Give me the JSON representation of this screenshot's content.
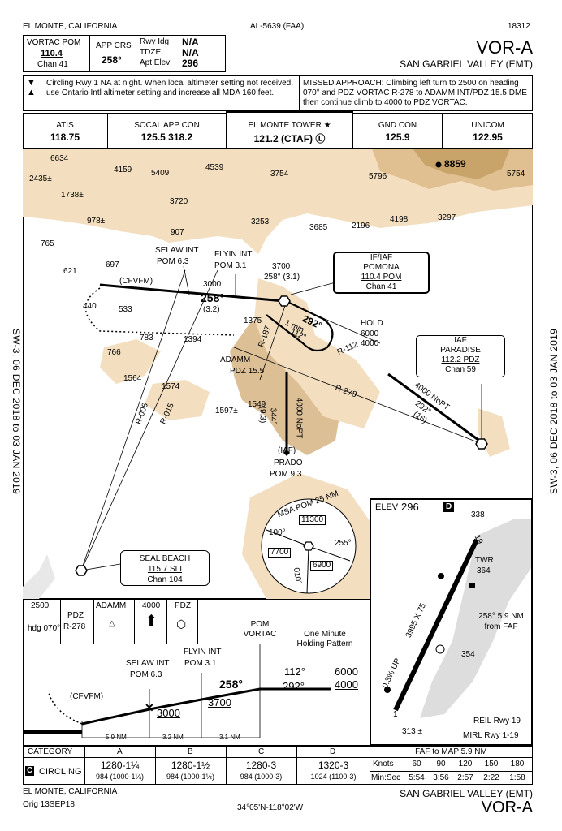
{
  "header": {
    "city": "EL MONTE, CALIFORNIA",
    "procedure_id": "AL-5639 (FAA)",
    "chart_number": "18312",
    "title": "VOR-A",
    "airport": "SAN GABRIEL VALLEY (EMT)"
  },
  "briefing": {
    "vortac_label": "VORTAC POM",
    "vortac_freq": "110.4",
    "vortac_chan": "Chan 41",
    "app_crs_label": "APP CRS",
    "app_crs_value": "258°",
    "rwy_ldg_label": "Rwy Idg",
    "rwy_ldg_value": "N/A",
    "tdze_label": "TDZE",
    "tdze_value": "N/A",
    "apt_elev_label": "Apt Elev",
    "apt_elev_value": "296",
    "notes": "Circling Rwy 1 NA at night. When local altimeter setting not received, use Ontario Intl altimeter setting and increase all MDA 160 feet.",
    "missed_approach": "MISSED APPROACH: Climbing left turn to 2500 on heading 070° and PDZ VORTAC R-278 to ADAMM INT/PDZ 15.5 DME then continue climb to 4000 to PDZ VORTAC."
  },
  "comms": [
    {
      "label": "ATIS",
      "value": "118.75"
    },
    {
      "label": "SOCAL APP CON",
      "value": "125.5  318.2"
    },
    {
      "label": "EL MONTE TOWER ★",
      "value": "121.2  (CTAF) Ⓛ"
    },
    {
      "label": "GND CON",
      "value": "125.9"
    },
    {
      "label": "UNICOM",
      "value": "122.95"
    }
  ],
  "planview": {
    "elevations": [
      "6634",
      "4159",
      "5409",
      "4539",
      "3754",
      "5796",
      "8859",
      "5754",
      "2435±",
      "1738±",
      "3720",
      "978±",
      "907",
      "3253",
      "3685",
      "2196",
      "4198",
      "3297",
      "765",
      "621",
      "697",
      "533",
      "440",
      "783",
      "766",
      "1564",
      "1574",
      "1597±",
      "1394",
      "1375",
      "1549"
    ],
    "cfvfm": "(CFVFM)",
    "selaw_int": "SELAW INT",
    "selaw_pom": "POM 6.3",
    "flyin_int": "FLYIN INT",
    "flyin_pom": "POM 3.1",
    "alt_3000": "3000",
    "alt_3700": "3700",
    "course_258": "258°",
    "dist_32": "(3.2)",
    "dist_258_31": "258° (3.1)",
    "fix_iaf_title": "IF/IAF",
    "pomona_name": "POMONA",
    "pomona_freq": "110.4 POM",
    "pomona_chan": "Chan 41",
    "hold_label": "HOLD",
    "hold_alts": "6000",
    "hold_alts2": "4000",
    "hold_292": "292°",
    "hold_112": "112°",
    "hold_1min": "1 min",
    "r187": "R-187",
    "r112": "R-112",
    "r278": "R-278",
    "r006": "R-006",
    "r015": "R-015",
    "adamm": "ADAMM",
    "adamm_pdz": "PDZ 15.5",
    "iaf_label": "IAF",
    "paradise": "PARADISE",
    "paradise_freq": "112.2 PDZ",
    "paradise_chan": "Chan 59",
    "paradise_feeder1": "4000 NoPT",
    "paradise_feeder2": "292°",
    "paradise_feeder3": "(16)",
    "prado_feeder1": "4000 NoPT",
    "prado_feeder2": "344°",
    "prado_feeder3": "(9.3)",
    "prado_iaf": "(IAF)",
    "prado_name": "PRADO",
    "prado_pom": "POM 9.3",
    "seal_beach": "SEAL BEACH",
    "seal_freq": "115.7 SLI",
    "seal_chan": "Chan 104",
    "msa_title": "MSA POM 25 NM",
    "msa_11300": "11300",
    "msa_7700": "7700",
    "msa_6900": "6900",
    "msa_100": "100°",
    "msa_255": "255°",
    "msa_010": "010°"
  },
  "airport_diagram": {
    "elev_label": "ELEV",
    "elev_value": "296",
    "marker": "D",
    "elev_338": "338",
    "rwy_19": "19",
    "rwy_1": "1",
    "twr": "TWR",
    "twr_elev": "364",
    "faf_note": "258° 5.9 NM from FAF",
    "rwy_dims": "3995 X 75",
    "grade": "0.3% UP",
    "elev_354": "354",
    "elev_313": "313 ±",
    "reil": "REIL Rwy 19",
    "mirl": "MIRL Rwy 1-19"
  },
  "profile": {
    "hold_alt": "2500",
    "hold_hdg": "hdg 070°",
    "pdz": "PDZ",
    "pdz_r278": "R-278",
    "adamm": "ADAMM",
    "alt_4000": "4000",
    "pdz2": "PDZ",
    "pom_vortac": "POM VORTAC",
    "one_min": "One Minute Holding Pattern",
    "selaw": "SELAW INT",
    "selaw_pom": "POM 6.3",
    "flyin": "FLYIN INT",
    "flyin_pom": "POM 3.1",
    "course_258": "258°",
    "alt_3000": "3000",
    "alt_3700": "3700",
    "course_112": "112°",
    "course_292": "292°",
    "alt_6000": "6000",
    "alt_4000b": "4000",
    "cfvfm": "(CFVFM)",
    "dist_59": "5.9 NM",
    "dist_32": "3.2 NM",
    "dist_31": "3.1 NM"
  },
  "minimums": {
    "category_label": "CATEGORY",
    "categories": [
      "A",
      "B",
      "C",
      "D"
    ],
    "circling_label": "CIRCLING",
    "circling_main": [
      "1280-1¼",
      "1280-1½",
      "1280-3",
      "1320-3"
    ],
    "circling_sub": [
      "984 (1000-1¼)",
      "984 (1000-1½)",
      "984 (1000-3)",
      "1024 (1100-3)"
    ]
  },
  "faf_table": {
    "title": "FAF to MAP  5.9 NM",
    "knots_label": "Knots",
    "knots": [
      "60",
      "90",
      "120",
      "150",
      "180"
    ],
    "minsec_label": "Min:Sec",
    "times": [
      "5:54",
      "3:56",
      "2:57",
      "2:22",
      "1:58"
    ]
  },
  "footer": {
    "city": "EL MONTE, CALIFORNIA",
    "orig": "Orig  13SEP18",
    "coords": "34°05'N-118°02'W",
    "airport": "SAN GABRIEL VALLEY (EMT)",
    "title": "VOR-A"
  },
  "side_label": "SW-3,  06 DEC 2018  to  03 JAN 2019"
}
